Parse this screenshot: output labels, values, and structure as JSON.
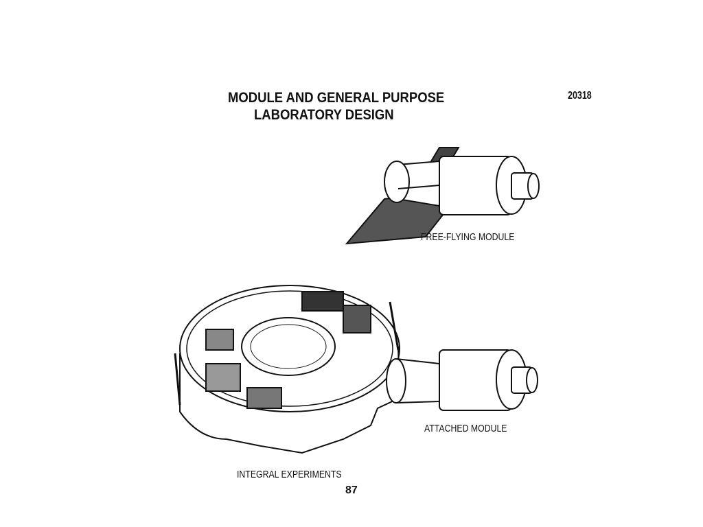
{
  "page": {
    "title_line1": "MODULE AND GENERAL PURPOSE",
    "title_line2": "LABORATORY DESIGN",
    "document_number": "20318",
    "page_number": "87"
  },
  "figures": {
    "free_flying_label": "FREE-FLYING MODULE",
    "attached_label": "ATTACHED MODULE",
    "integral_label": "INTEGRAL EXPERIMENTS"
  }
}
